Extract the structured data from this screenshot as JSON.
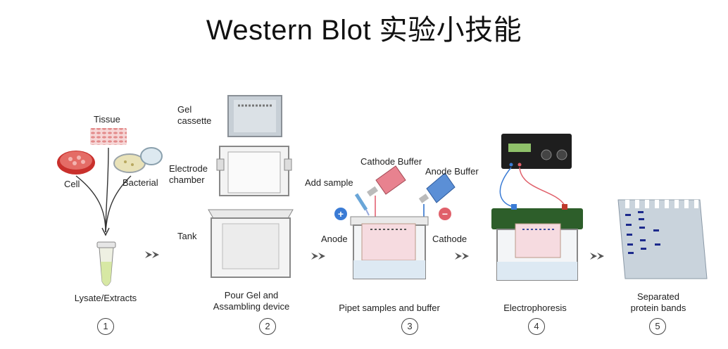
{
  "title": "Western Blot 实验小技能",
  "step1": {
    "tissue": "Tissue",
    "cell": "Cell",
    "bacterial": "Bacterial",
    "caption": "Lysate/Extracts",
    "number": "1"
  },
  "step2": {
    "gel_cassette": "Gel\ncassette",
    "electrode_chamber": "Electrode\nchamber",
    "tank": "Tank",
    "caption": "Pour Gel and\nAssambling device",
    "number": "2"
  },
  "step3": {
    "cathode_buffer": "Cathode Buffer",
    "anode_buffer": "Anode Buffer",
    "add_sample": "Add sample",
    "anode": "Anode",
    "cathode": "Cathode",
    "plus": "+",
    "minus": "−",
    "caption": "Pipet samples and buffer",
    "number": "3"
  },
  "step4": {
    "caption": "Electrophoresis",
    "number": "4"
  },
  "step5": {
    "caption": "Separated\nprotein bands",
    "number": "5"
  },
  "colors": {
    "pink_buffer": "#e8828f",
    "blue_buffer": "#5b8fd6",
    "anode_blue": "#3a7bd5",
    "cathode_red": "#e0606a",
    "lid_green": "#2d5e2a",
    "band_blue": "#1c2a8c",
    "arrow_gray": "#555555"
  }
}
